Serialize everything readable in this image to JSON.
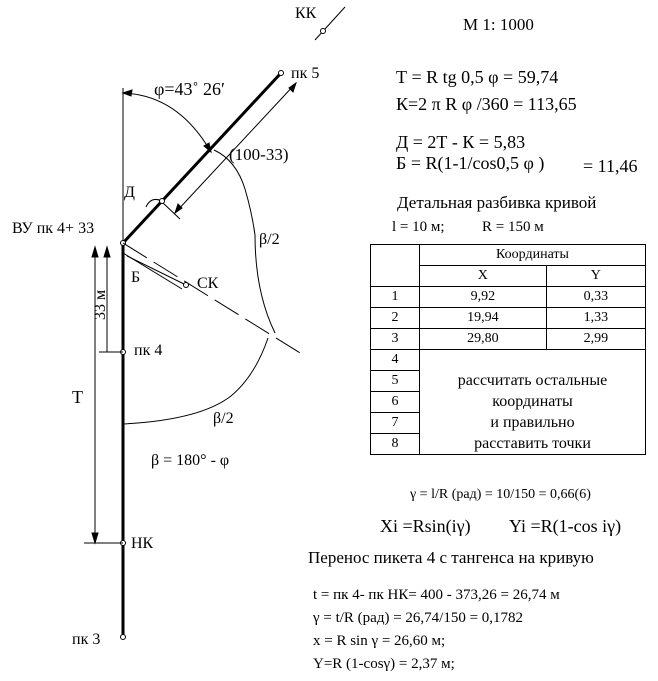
{
  "scale": "М 1: 1000",
  "labels": {
    "kk": "КК",
    "pk5": "пк 5",
    "phi_angle": "φ=43˚ 26′",
    "dist_100_33": "(100-33)",
    "d": "Д",
    "vu": "ВУ пк 4+ 33",
    "beta_half_1": "β/2",
    "beta_half_2": "β/2",
    "b": "Б",
    "sk": "СК",
    "m33": "33 м",
    "pk4": "пк 4",
    "t": "Т",
    "beta_formula": "β = 180° - φ",
    "nk": "НК",
    "pk3": "пк 3"
  },
  "formulas": {
    "T": "Т = R tg 0,5 φ   = 59,74",
    "K": "К=2 π R φ /360 = 113,65",
    "D": "Д = 2Т - К   =  5,83",
    "B_left": "Б = R(1-1/cos0,5 φ )",
    "B_right": "= 11,46"
  },
  "detail": {
    "title": "Детальная разбивка кривой",
    "params_l": "l = 10 м;",
    "params_r": "R = 150  м",
    "table_header": "Координаты",
    "col_x": "X",
    "col_y": "Y",
    "rows": [
      {
        "n": "1",
        "x": "9,92",
        "y": "0,33"
      },
      {
        "n": "2",
        "x": "19,94",
        "y": "1,33"
      },
      {
        "n": "3",
        "x": "29,80",
        "y": "2,99"
      }
    ],
    "empty_rows": [
      "4",
      "5",
      "6",
      "7",
      "8"
    ],
    "note_lines": [
      "рассчитать остальные",
      "координаты",
      "и правильно",
      "расставить  точки"
    ]
  },
  "gamma": "γ = l/R (рад) = 10/150 = 0,66(6)",
  "xi": "Xi =Rsin(iγ)",
  "yi": "Yi =R(1-cos iγ)",
  "transfer_title": "Перенос пикета 4 с тангенса на кривую",
  "calc": [
    "t = пк 4- пк НК= 400 - 373,26 = 26,74 м",
    "γ = t/R (рад) = 26,74/150 = 0,1782",
    "x = R sin γ = 26,60  м;",
    "Y=R (1-cosγ) = 2,37 м;"
  ]
}
